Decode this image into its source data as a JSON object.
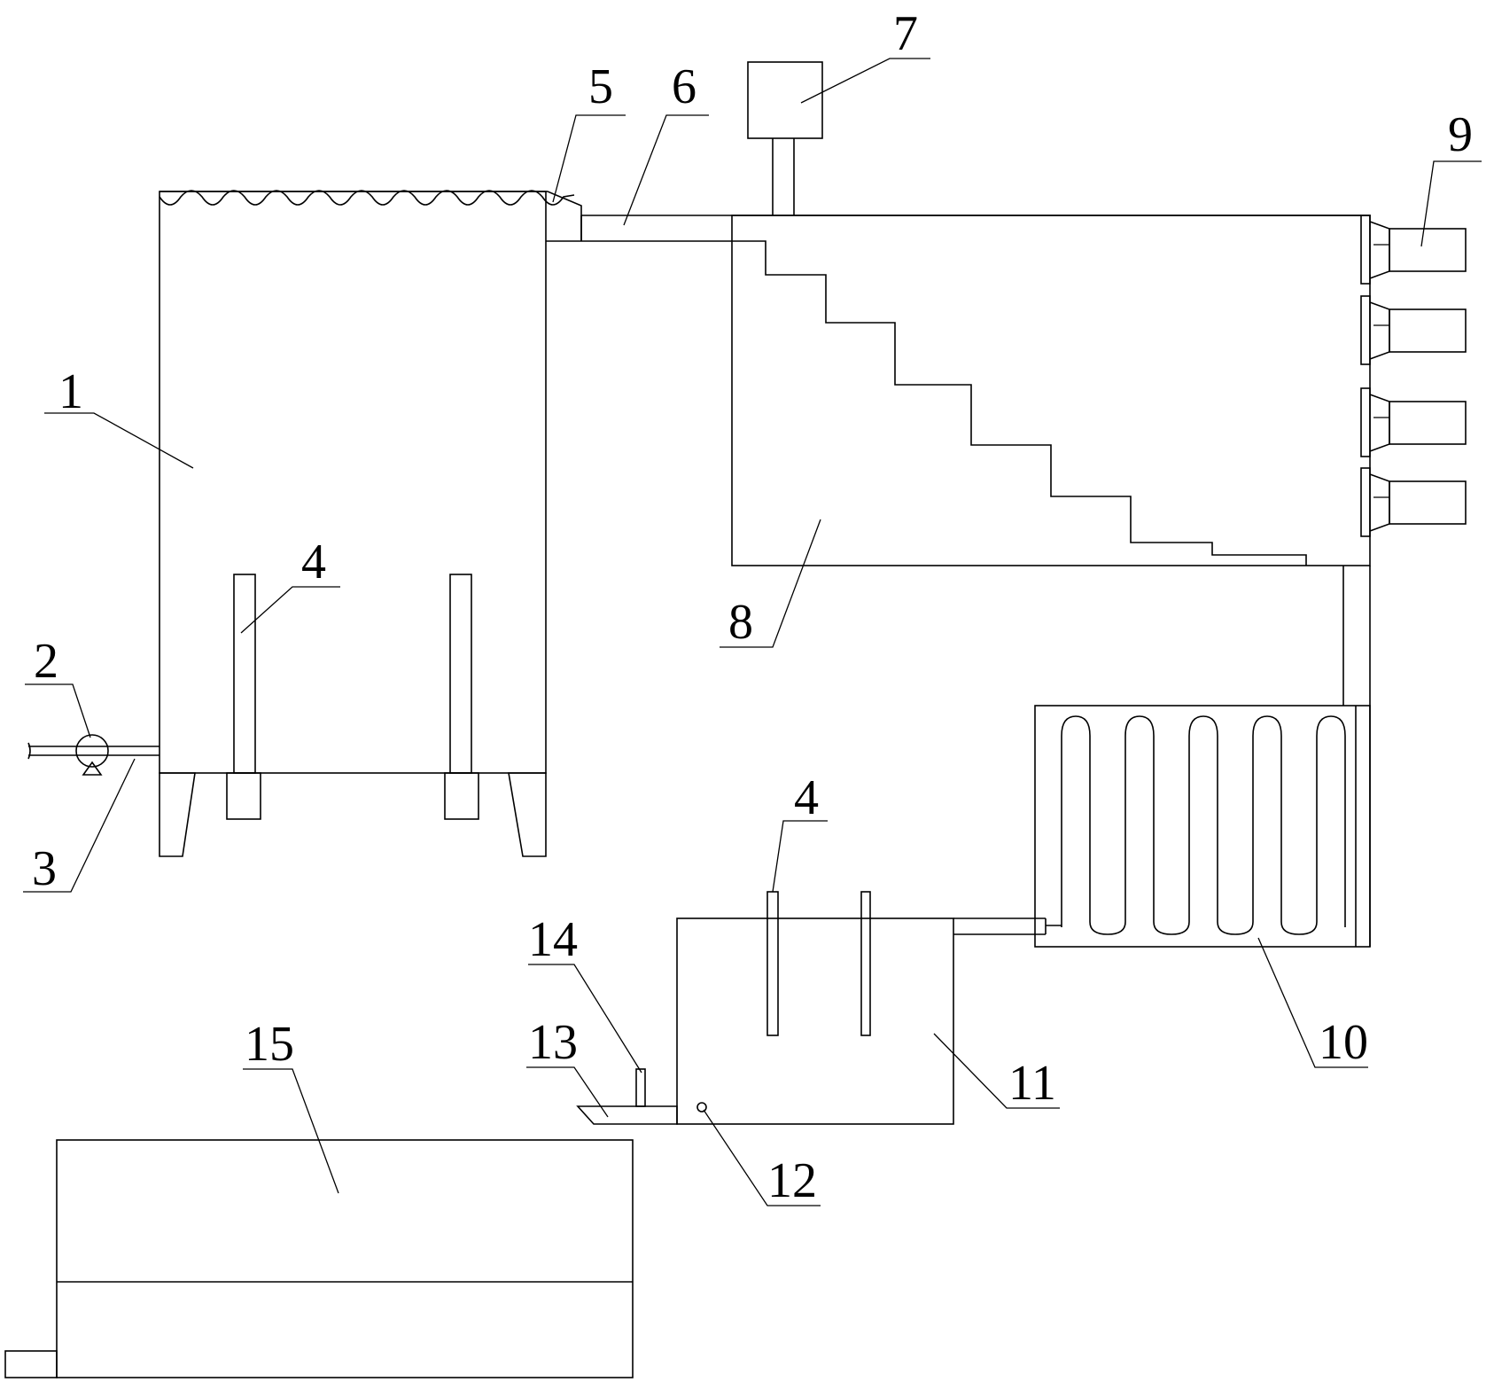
{
  "labels": {
    "l1": "1",
    "l2": "2",
    "l3": "3",
    "l4a": "4",
    "l4b": "4",
    "l5": "5",
    "l6": "6",
    "l7": "7",
    "l8": "8",
    "l9": "9",
    "l10": "10",
    "l11": "11",
    "l12": "12",
    "l13": "13",
    "l14": "14",
    "l15": "15"
  }
}
